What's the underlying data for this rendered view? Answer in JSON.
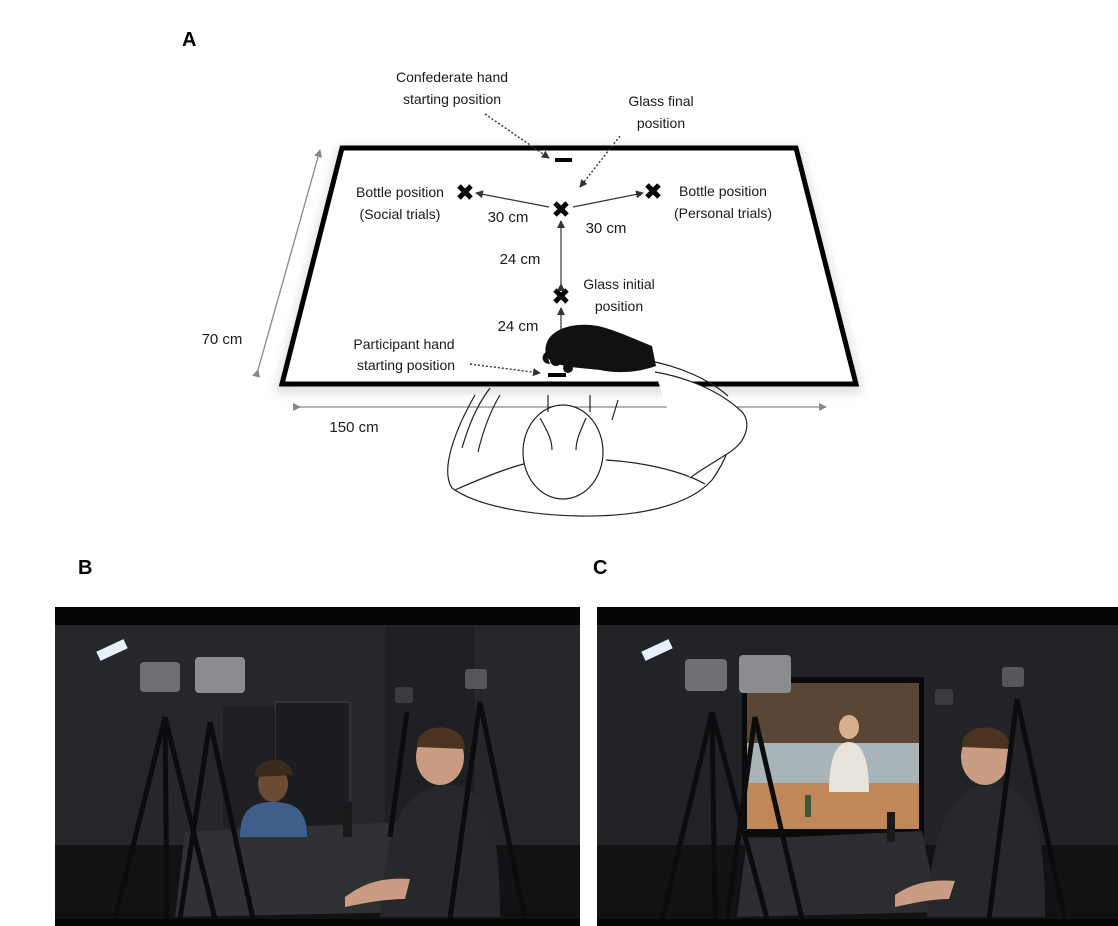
{
  "panels": {
    "a": "A",
    "b": "B",
    "c": "C"
  },
  "diagram": {
    "confederate_hand_line1": "Confederate hand",
    "confederate_hand_line2": "starting position",
    "glass_final_line1": "Glass final",
    "glass_final_line2": "position",
    "bottle_social_line1": "Bottle position",
    "bottle_social_line2": "(Social trials)",
    "bottle_personal_line1": "Bottle position",
    "bottle_personal_line2": "(Personal trials)",
    "dist_left": "30 cm",
    "dist_right": "30 cm",
    "dist_upper": "24 cm",
    "dist_lower": "24 cm",
    "glass_initial_line1": "Glass initial",
    "glass_initial_line2": "position",
    "participant_hand_line1": "Participant hand",
    "participant_hand_line2": "starting position",
    "table_depth": "70 cm",
    "table_width": "150 cm"
  },
  "colors": {
    "ink": "#000000",
    "arrow_gray": "#808080",
    "photo_dark": "#141416",
    "screen_wall": "#c8a070"
  },
  "photos": {
    "b_icon": "lab-photo-participant-with-human",
    "c_icon": "lab-photo-participant-with-virtual-agent"
  }
}
